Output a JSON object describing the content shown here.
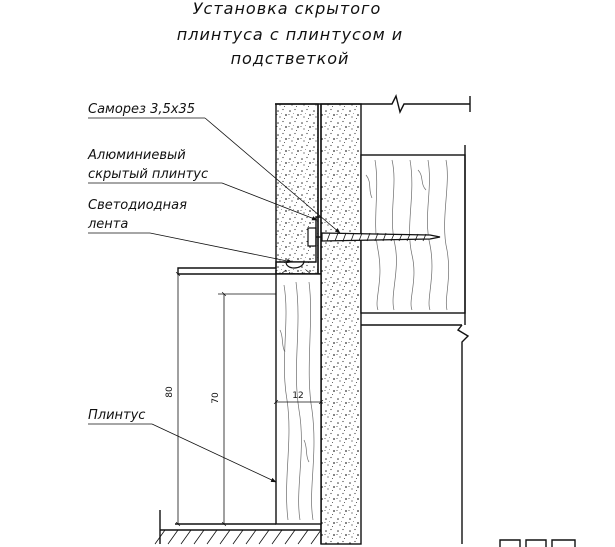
{
  "title": {
    "line1": "Установка скрытого",
    "line2": "плинтуса с плинтусом и",
    "line3": "подстветкой"
  },
  "labels": {
    "screw": "Саморез 3,5х35",
    "aluminum_line1": "Алюминиевый",
    "aluminum_line2": "скрытый плинтус",
    "led_line1": "Светодиодная",
    "led_line2": "лента",
    "baseboard": "Плинтус"
  },
  "dimensions": {
    "height_outer": "80",
    "height_inner": "70",
    "thickness": "12"
  },
  "colors": {
    "line": "#111111",
    "background": "#ffffff",
    "concrete_dot": "#333333",
    "wood_grain": "#6b6b6b"
  },
  "icons": {
    "led_glow": "radiating-light-lines",
    "screw": "wood-screw"
  }
}
